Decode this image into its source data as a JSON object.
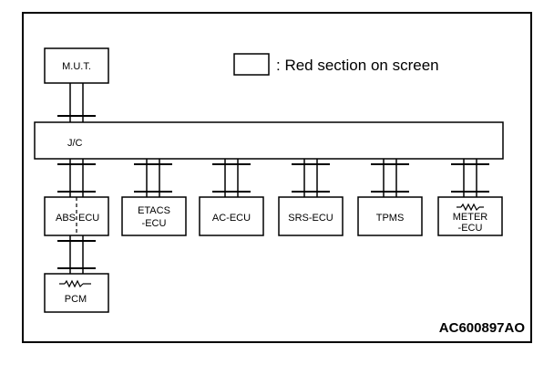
{
  "legend": {
    "text": ": Red section on screen"
  },
  "mut": {
    "label": "M.U.T."
  },
  "jc": {
    "label": "J/C"
  },
  "abs": {
    "left": "ABS",
    "right": "ECU"
  },
  "etacs": {
    "line1": "ETACS",
    "line2": "-ECU"
  },
  "ac": {
    "label": "AC-ECU"
  },
  "srs": {
    "label": "SRS-ECU"
  },
  "tpms": {
    "label": "TPMS"
  },
  "meter": {
    "line1": "METER",
    "line2": "-ECU"
  },
  "pcm": {
    "label": "PCM"
  },
  "figure_code": "AC600897AO"
}
